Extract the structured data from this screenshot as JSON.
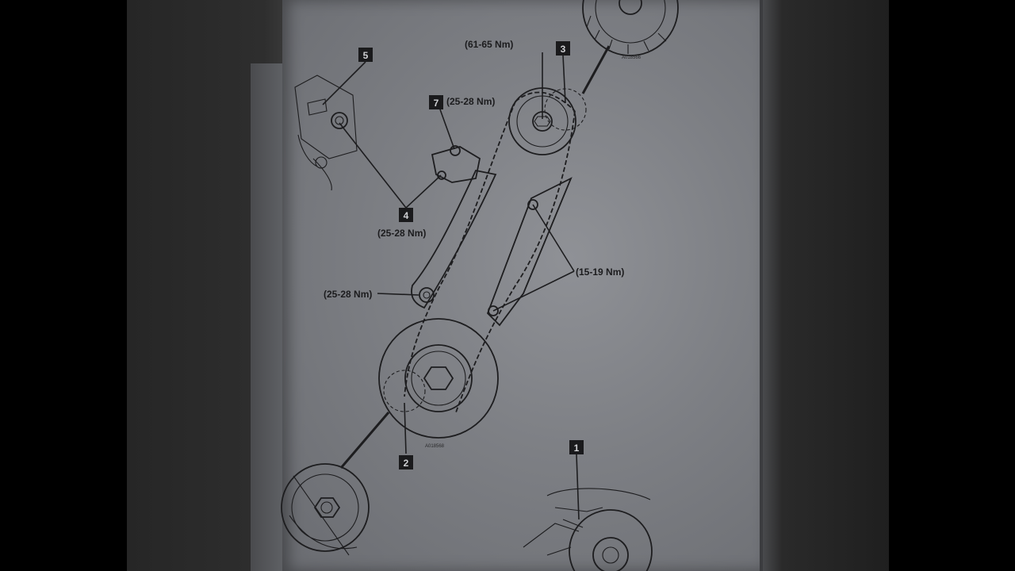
{
  "callouts": {
    "c1": "1",
    "c2": "2",
    "c3": "3",
    "c4": "4",
    "c5": "5",
    "c7": "7"
  },
  "torques": {
    "camshaft_sprocket": "(61-65 Nm)",
    "tensioner": "(25-28 Nm)",
    "callout4": "(25-28 Nm)",
    "pivot": "(25-28 Nm)",
    "guide": "(15-19 Nm)"
  },
  "figure_codes": {
    "top": "A018566",
    "bottom": "A018568"
  },
  "colors": {
    "paper": "#7d7f84",
    "ink": "#1d1d1f",
    "callout_fill": "#1a1a1c"
  }
}
